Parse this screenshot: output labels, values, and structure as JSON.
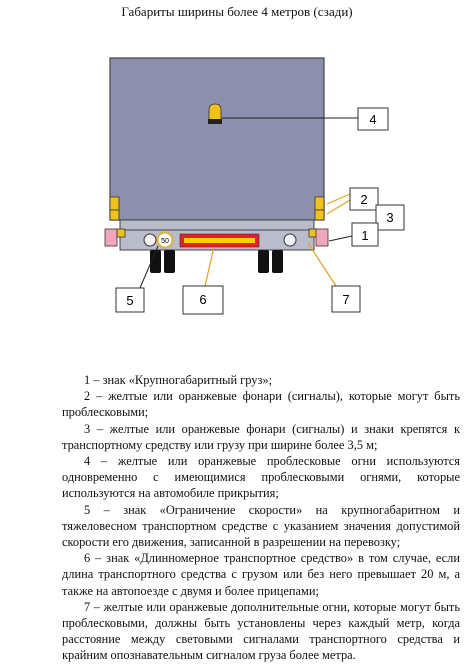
{
  "title": "Габариты ширины более 4 метров (сзади)",
  "plate_text": "50",
  "callouts": [
    "1",
    "2",
    "3",
    "4",
    "5",
    "6",
    "7"
  ],
  "colors": {
    "body": "#8d90ad",
    "frame": "#b9bccb",
    "lamp_yellow": "#f0c21a",
    "lamp_pink": "#f3a6b9",
    "speed_sign_ring": "#e0b040",
    "long_sign_red": "#e61e32",
    "long_sign_yellow": "#f5d200",
    "line_orange": "#e6a020"
  },
  "legend": [
    "1 – знак «Крупногабаритный груз»;",
    "2 – желтые или оранжевые фонари (сигналы), которые могут быть проблесковыми;",
    "3 – желтые или оранжевые фонари (сигналы) и знаки крепятся к транспортному средству или грузу при ширине более 3,5 м;",
    "4 – желтые или оранжевые проблесковые огни используются одновременно с имеющимися проблесковыми огнями, которые используются на автомобиле прикрытия;",
    "5 – знак «Ограничение скорости» на крупногабаритном и тяжеловесном транспортном средстве с указанием значения допустимой скорости его движения, записанной в разрешении на перевозку;",
    "6 – знак «Длинномерное транспортное средство» в том случае, если длина транспортного средства с грузом или без него превышает 20 м, а также на автопоезде с двумя и более прицепами;",
    "7 – желтые или оранжевые дополнительные огни, которые могут быть проблесковыми, должны быть установлены через каждый метр, когда расстояние между световыми сигналами транспортного средства и крайним опознавательным сигналом груза более метра."
  ]
}
